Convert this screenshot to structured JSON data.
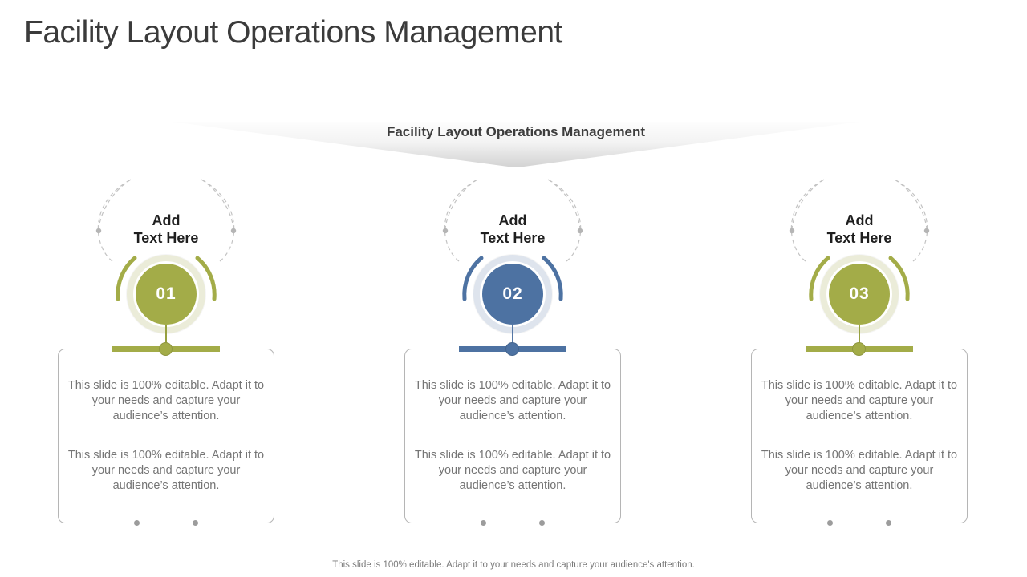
{
  "slide": {
    "title": "Facility Layout Operations Management",
    "banner_title": "Facility Layout Operations Management",
    "footer": "This slide is 100% editable. Adapt it to your needs and capture your audience's attention."
  },
  "colors": {
    "olive_accent": "#a3ac48",
    "olive_halo": "#ebecd9",
    "blue_accent": "#4d72a2",
    "blue_halo": "#dee4ed",
    "chevron_gray": "#d3d3d3",
    "body_text_gray": "#757575",
    "border_gray": "#b5b5b5"
  },
  "columns": [
    {
      "number": "01",
      "theme": "olive",
      "placeholder": {
        "line1": "Add",
        "line2": "Text Here"
      },
      "paragraphs": [
        "This slide is 100% editable. Adapt it to your needs and capture your audience’s attention.",
        "This slide is 100% editable. Adapt it to your needs and capture your audience’s attention."
      ]
    },
    {
      "number": "02",
      "theme": "blue",
      "placeholder": {
        "line1": "Add",
        "line2": "Text Here"
      },
      "paragraphs": [
        "This slide is 100% editable. Adapt it to your needs and capture your audience’s attention.",
        "This slide is 100% editable. Adapt it to your needs and capture your audience’s attention."
      ]
    },
    {
      "number": "03",
      "theme": "olive",
      "placeholder": {
        "line1": "Add",
        "line2": "Text Here"
      },
      "paragraphs": [
        "This slide is 100% editable. Adapt it to your needs and capture your audience’s attention.",
        "This slide is 100% editable. Adapt it to your needs and capture your audience’s attention."
      ]
    }
  ]
}
